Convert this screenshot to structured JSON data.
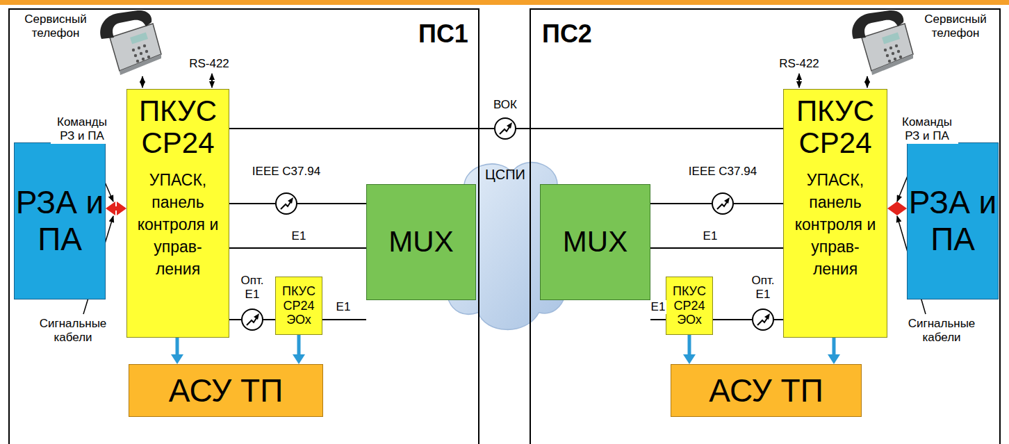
{
  "diagram": {
    "nodes": [
      {
        "text": [
          "ПС1"
        ]
      },
      {
        "text": [
          "РЗА и ПА"
        ],
        "in": 0
      },
      {
        "text": [
          "ПКУС СР24",
          "УПАСК, панель контроля и управ- ления"
        ],
        "in": 0
      },
      {
        "text": [
          "MUX"
        ],
        "in": 0
      },
      {
        "text": [
          "ПКУС СР24 ЭОх"
        ],
        "in": 0
      },
      {
        "text": [
          "АСУ ТП"
        ],
        "in": 0
      },
      {
        "text": [
          "ЦСПИ"
        ]
      },
      {
        "text": [
          "ПС2"
        ]
      },
      {
        "text": [
          "MUX"
        ],
        "in": 7
      },
      {
        "text": [
          "ПКУС СР24 ЭОх"
        ],
        "in": 7
      },
      {
        "text": [
          "ПКУС СР24",
          "УПАСК, панель контроля и управ- ления"
        ],
        "in": 7
      },
      {
        "text": [
          "РЗА и ПА"
        ],
        "in": 7
      },
      {
        "text": [
          "АСУ ТП"
        ],
        "in": 7
      }
    ],
    "edges": [
      {
        "from": 2,
        "to": 10,
        "label": "ВОК",
        "arrow": "none"
      },
      {
        "from": 1,
        "to": 2,
        "arrow": "both"
      },
      {
        "from": 2,
        "to": 3,
        "label": "IEEE C37.94",
        "arrow": "none"
      },
      {
        "from": 2,
        "to": 3,
        "label": "E1",
        "arrow": "none"
      },
      {
        "from": 2,
        "to": 4,
        "label": "Опт. E1",
        "arrow": "none"
      },
      {
        "from": 4,
        "to": 3,
        "label": "E1",
        "arrow": "none"
      },
      {
        "from": 2,
        "to": 5,
        "arrow": "to"
      },
      {
        "from": 4,
        "to": 5,
        "arrow": "to"
      },
      {
        "from": 10,
        "to": 8,
        "label": "IEEE C37.94",
        "arrow": "none"
      },
      {
        "from": 10,
        "to": 8,
        "label": "E1",
        "arrow": "none"
      },
      {
        "from": 10,
        "to": 9,
        "label": "Опт. E1",
        "arrow": "none"
      },
      {
        "from": 9,
        "to": 8,
        "label": "E1",
        "arrow": "none"
      },
      {
        "from": 10,
        "to": 12,
        "arrow": "to"
      },
      {
        "from": 9,
        "to": 12,
        "arrow": "to"
      },
      {
        "from": 11,
        "to": 10,
        "arrow": "both"
      }
    ],
    "labels": [
      "Сервисный телефон",
      "RS-422",
      "Команды РЗ и ПА",
      "Сигнальные кабели",
      "Сервисный телефон",
      "RS-422",
      "Команды РЗ и ПА",
      "Сигнальные кабели"
    ]
  }
}
